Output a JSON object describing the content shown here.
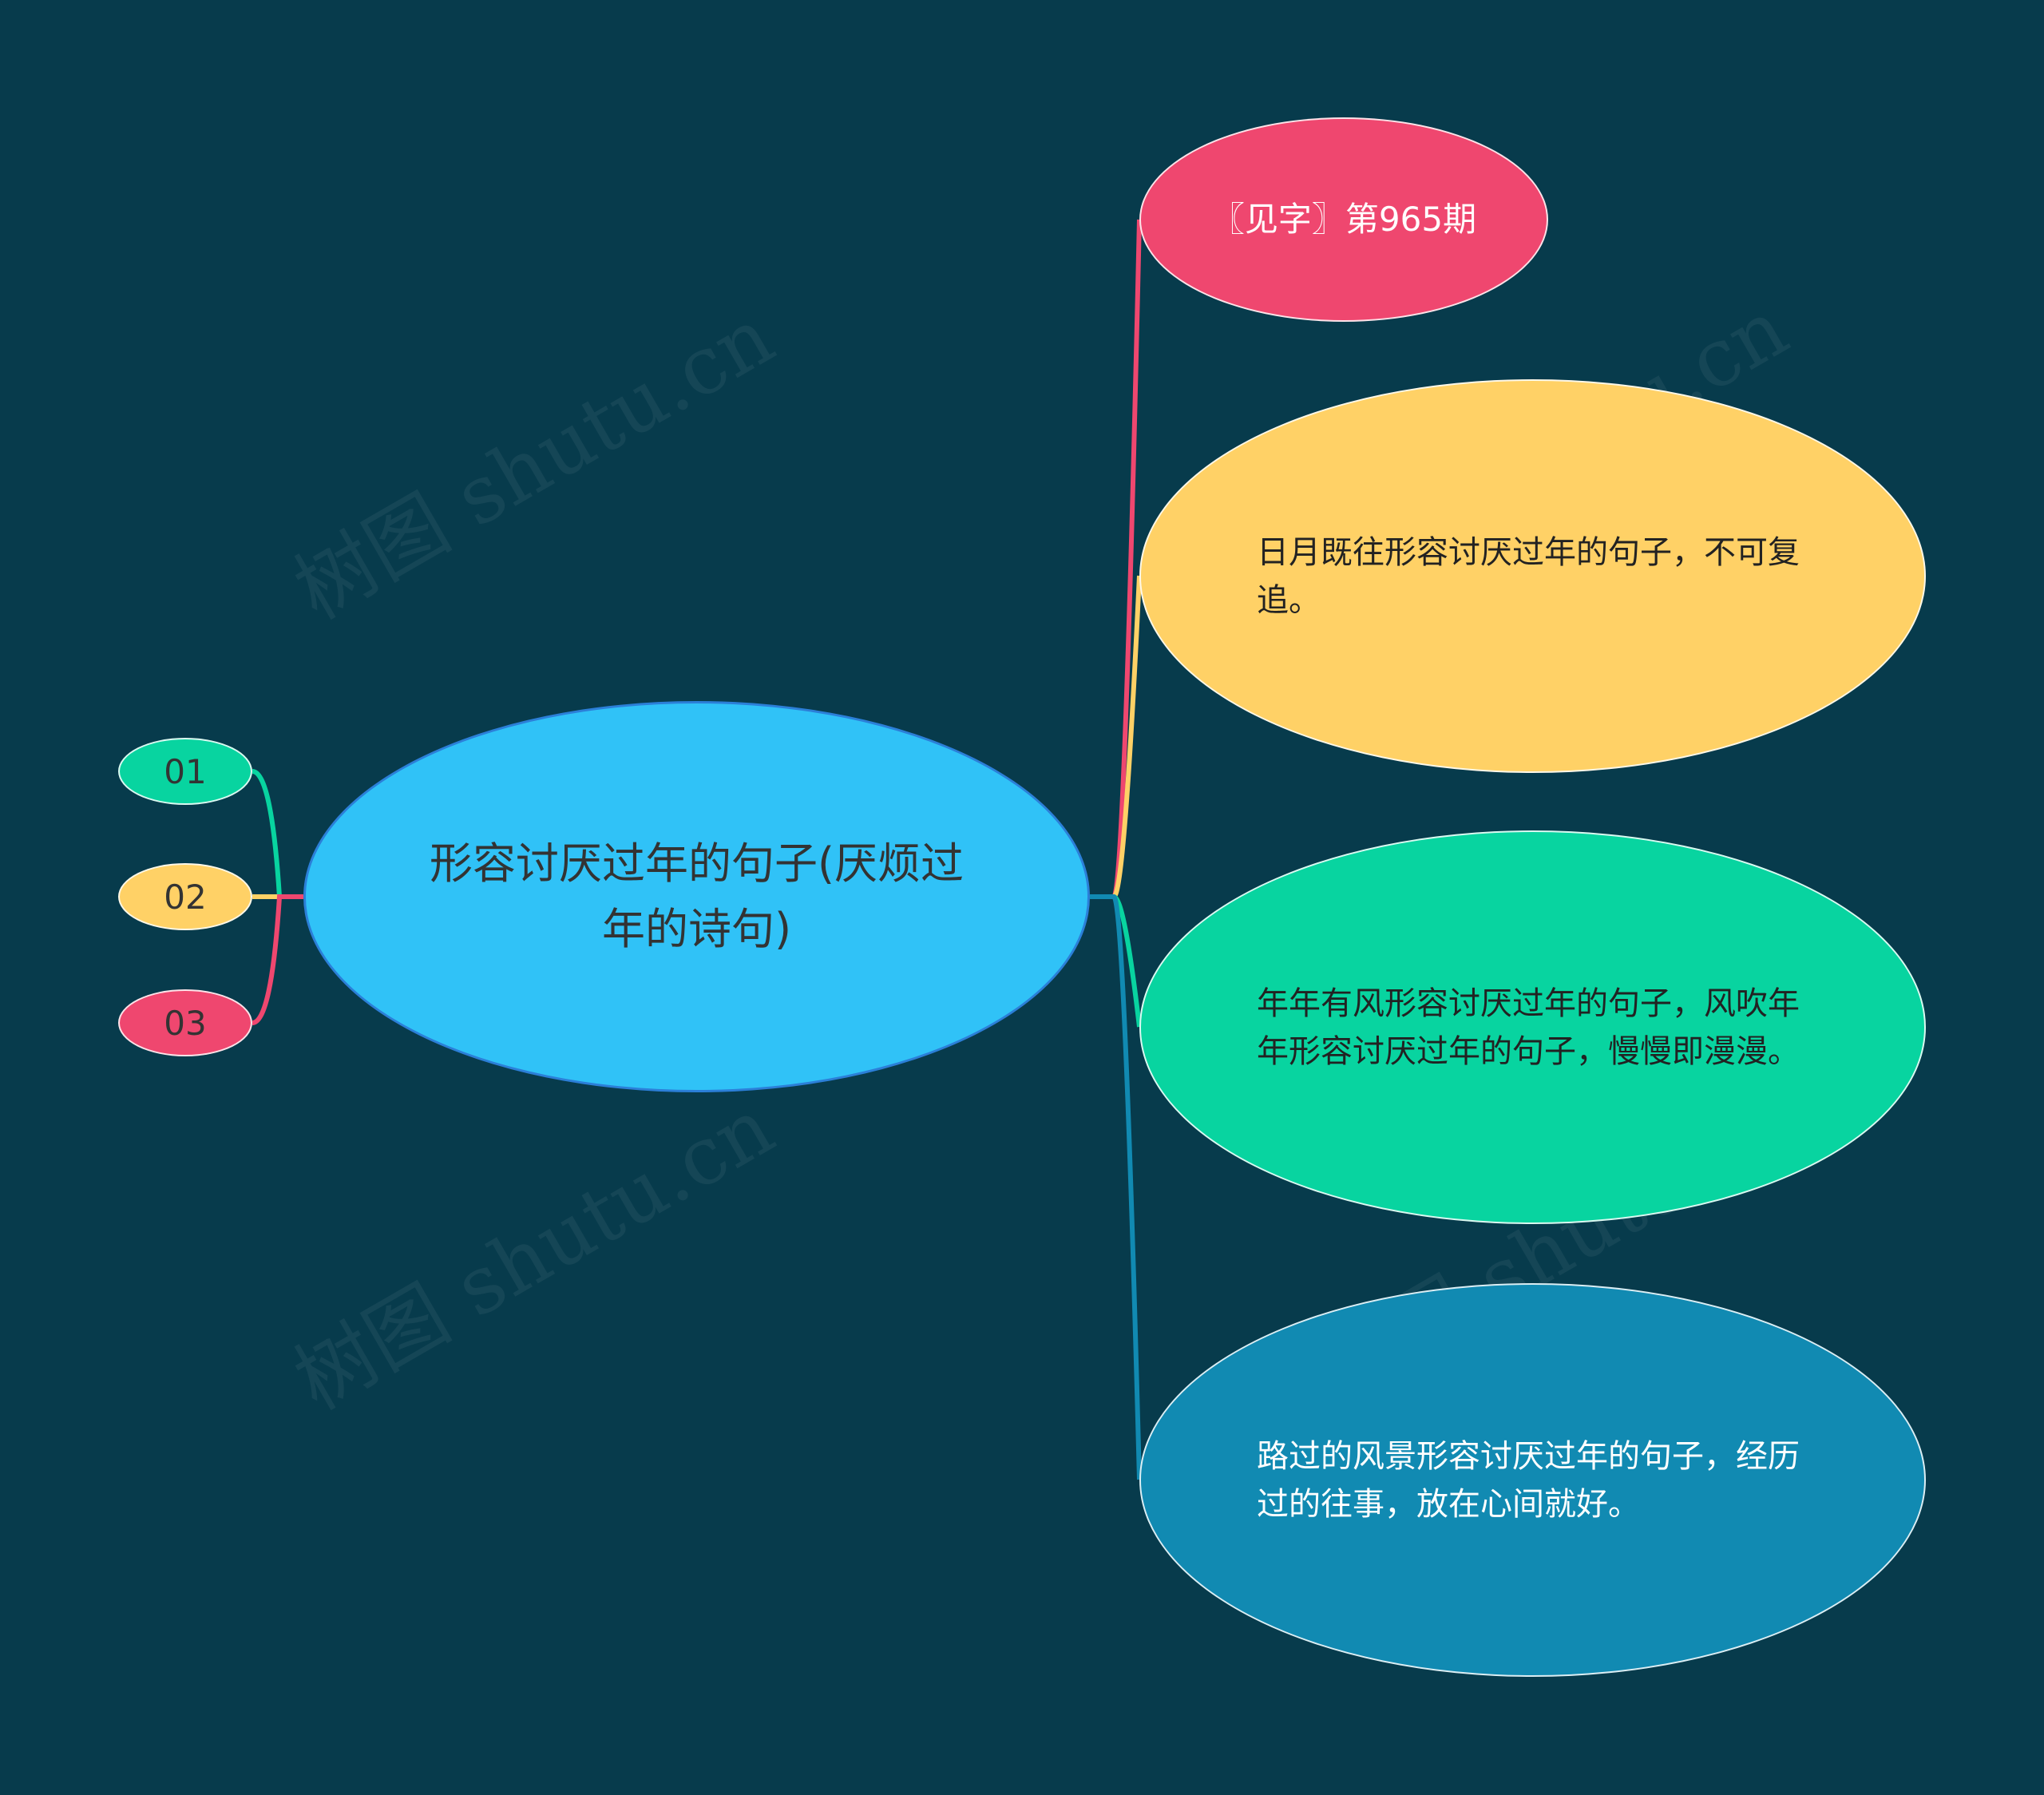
{
  "center": {
    "label": "形容讨厌过年的句子(厌烦过年的诗句)",
    "color": "#30c2f7"
  },
  "left_nodes": [
    {
      "label": "01",
      "color": "#08d4a0"
    },
    {
      "label": "02",
      "color": "#ffd166"
    },
    {
      "label": "03",
      "color": "#ef476f"
    }
  ],
  "right_nodes": [
    {
      "label": "〖见字〗第965期",
      "color": "#ef476f"
    },
    {
      "label": "日月既往形容讨厌过年的句子，不可复追。",
      "color": "#ffd166"
    },
    {
      "label": "年年有风形容讨厌过年的句子，风吹年年形容讨厌过年的句子，慢慢即漫漫。",
      "color": "#08d4a0"
    },
    {
      "label": "路过的风景形容讨厌过年的句子，经历过的往事，放在心间就好。",
      "color": "#118ab2"
    }
  ],
  "watermark": "树图 shutu.cn",
  "background": "#073b4c"
}
